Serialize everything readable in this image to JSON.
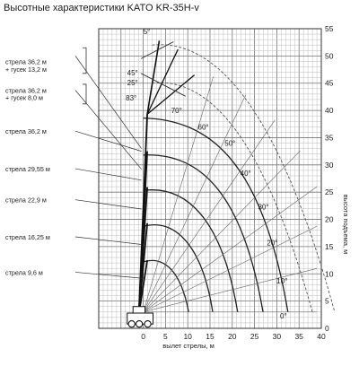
{
  "chart_data": {
    "type": "line",
    "title": "Высотные характеристики KATO KR-35H-v",
    "xlabel": "вылет стрелы, м",
    "ylabel": "высота подъема, м",
    "xlim": [
      -10,
      40
    ],
    "ylim": [
      0,
      55
    ],
    "x_ticks": [
      0,
      5,
      10,
      15,
      20,
      25,
      30,
      35,
      40
    ],
    "y_ticks": [
      0,
      5,
      10,
      15,
      20,
      25,
      30,
      35,
      40,
      45,
      50,
      55
    ],
    "grid": true,
    "boom_labels": [
      "стрела 36,2 м",
      "+ гусек 13,2 м",
      "стрела 36,2 м",
      "+ гусек 8,0 м",
      "стрела 36,2 м",
      "стрела 29,55 м",
      "стрела 22,9 м",
      "стрела 16,25 м",
      "стрела 9,6 м"
    ],
    "angle_labels": [
      "70°",
      "60°",
      "50°",
      "40°",
      "30°",
      "20°",
      "10°",
      "0°",
      "83°",
      "45°",
      "25°",
      "5°"
    ],
    "series": [
      {
        "values": [
          [
            0,
            12.2
          ],
          [
            4.5,
            13.3
          ],
          [
            8.4,
            10.8
          ],
          [
            10.2,
            3.0
          ]
        ]
      },
      {
        "values": [
          [
            0,
            18.7
          ],
          [
            6.8,
            20.3
          ],
          [
            13.2,
            15.6
          ],
          [
            15.6,
            3.0
          ]
        ]
      },
      {
        "values": [
          [
            0,
            25.3
          ],
          [
            9.3,
            26.3
          ],
          [
            17.6,
            20.6
          ],
          [
            21.2,
            3.0
          ]
        ]
      },
      {
        "values": [
          [
            0,
            31.8
          ],
          [
            11.8,
            32.3
          ],
          [
            22.1,
            26.0
          ],
          [
            26.9,
            3.0
          ]
        ]
      },
      {
        "values": [
          [
            0,
            38.6
          ],
          [
            14.3,
            38.3
          ],
          [
            26.6,
            31.4
          ],
          [
            32.5,
            3.0
          ]
        ]
      }
    ]
  }
}
